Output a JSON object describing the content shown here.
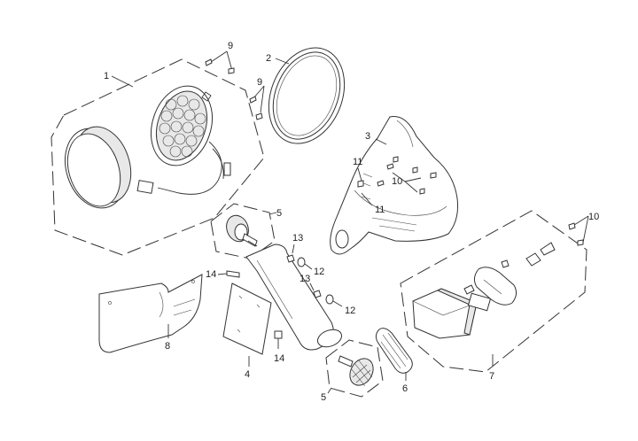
{
  "callouts": {
    "c1": "1",
    "c2": "2",
    "c3": "3",
    "c4": "4",
    "c5a": "5",
    "c5b": "5",
    "c6": "6",
    "c7": "7",
    "c8": "8",
    "c9a": "9",
    "c9b": "9",
    "c10a": "10",
    "c10b": "10",
    "c11a": "11",
    "c11b": "11",
    "c12a": "12",
    "c12b": "12",
    "c13a": "13",
    "c13b": "13",
    "c14a": "14",
    "c14b": "14"
  }
}
